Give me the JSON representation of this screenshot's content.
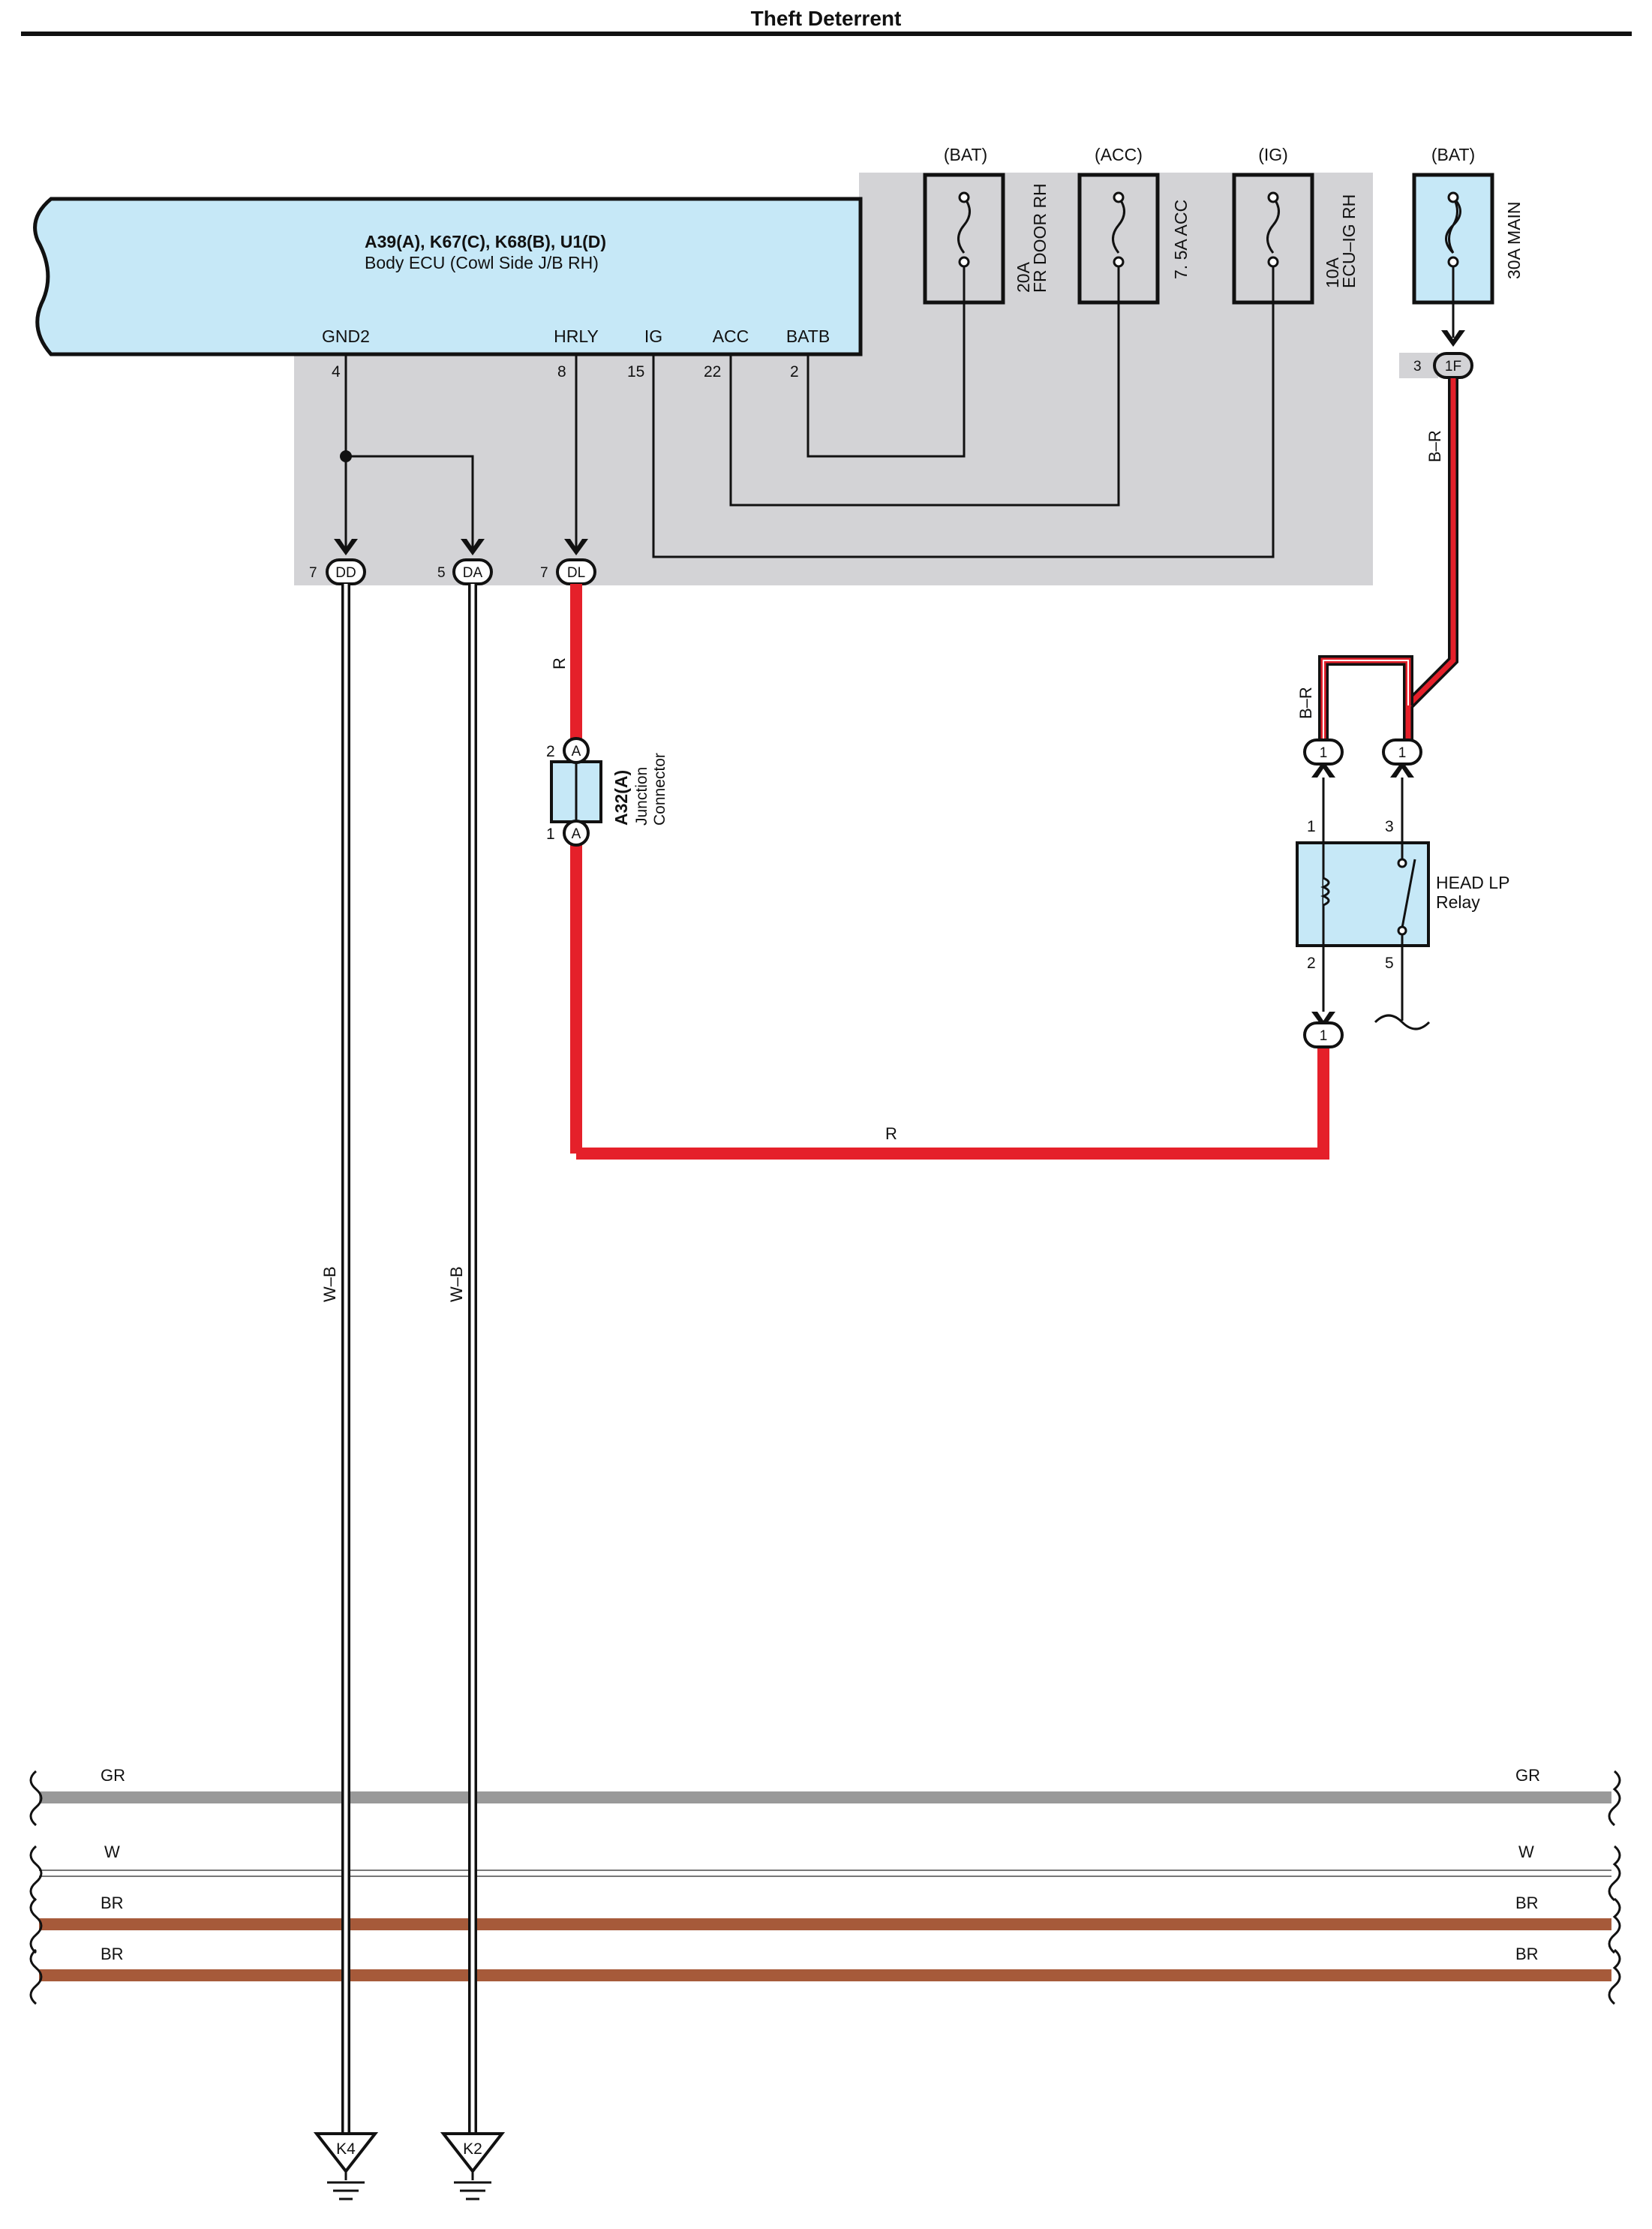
{
  "title": "Theft Deterrent",
  "colors": {
    "ecu_fill": "#c6e8f7",
    "jb_fill": "#d3d3d6",
    "red": "#e5202a",
    "gray": "#999999",
    "brown": "#a65a3a",
    "black": "#111111"
  },
  "ecu": {
    "connectors": "A39(A), K67(C), K68(B), U1(D)",
    "name": "Body ECU (Cowl Side J/B RH)",
    "pins": [
      {
        "name": "GND2",
        "num": "4"
      },
      {
        "name": "HRLY",
        "num": "8"
      },
      {
        "name": "IG",
        "num": "15"
      },
      {
        "name": "ACC",
        "num": "22"
      },
      {
        "name": "BATB",
        "num": "2"
      }
    ]
  },
  "fuses": [
    {
      "supply": "(BAT)",
      "rating": "20A",
      "name": "FR DOOR RH",
      "icon": "fuse-icon"
    },
    {
      "supply": "(ACC)",
      "rating": "",
      "name": "7. 5A ACC",
      "icon": "fuse-icon"
    },
    {
      "supply": "(IG)",
      "rating": "10A",
      "name": "ECU–IG RH",
      "icon": "fuse-icon"
    },
    {
      "supply": "(BAT)",
      "rating": "",
      "name": "30A MAIN",
      "icon": "fusible-link-icon"
    }
  ],
  "connectors": {
    "dd": {
      "pin": "7",
      "id": "DD"
    },
    "da": {
      "pin": "5",
      "id": "DA"
    },
    "dl": {
      "pin": "7",
      "id": "DL"
    },
    "f1": {
      "pin": "3",
      "id": "1F"
    },
    "relay_in_coil": "1",
    "relay_in_sw": "1",
    "relay_out": "1"
  },
  "junction": {
    "id": "A32(A)",
    "name_line1": "Junction",
    "name_line2": "Connector",
    "pin_top": "2",
    "pin_bottom": "1",
    "conn_letter": "A"
  },
  "relay": {
    "name_line1": "HEAD LP",
    "name_line2": "Relay",
    "pins": [
      "1",
      "3",
      "2",
      "5"
    ]
  },
  "wires": {
    "r_vertical": "R",
    "r_horizontal": "R",
    "br_main": "B–R",
    "br_relay": "B–R",
    "wb_left": "W–B",
    "wb_right": "W–B"
  },
  "bus": [
    {
      "label": "GR",
      "color": "#999999"
    },
    {
      "label": "W",
      "color": "#ffffff"
    },
    {
      "label": "BR",
      "color": "#a65a3a"
    },
    {
      "label": "BR",
      "color": "#a65a3a"
    }
  ],
  "grounds": [
    "K4",
    "K2"
  ]
}
